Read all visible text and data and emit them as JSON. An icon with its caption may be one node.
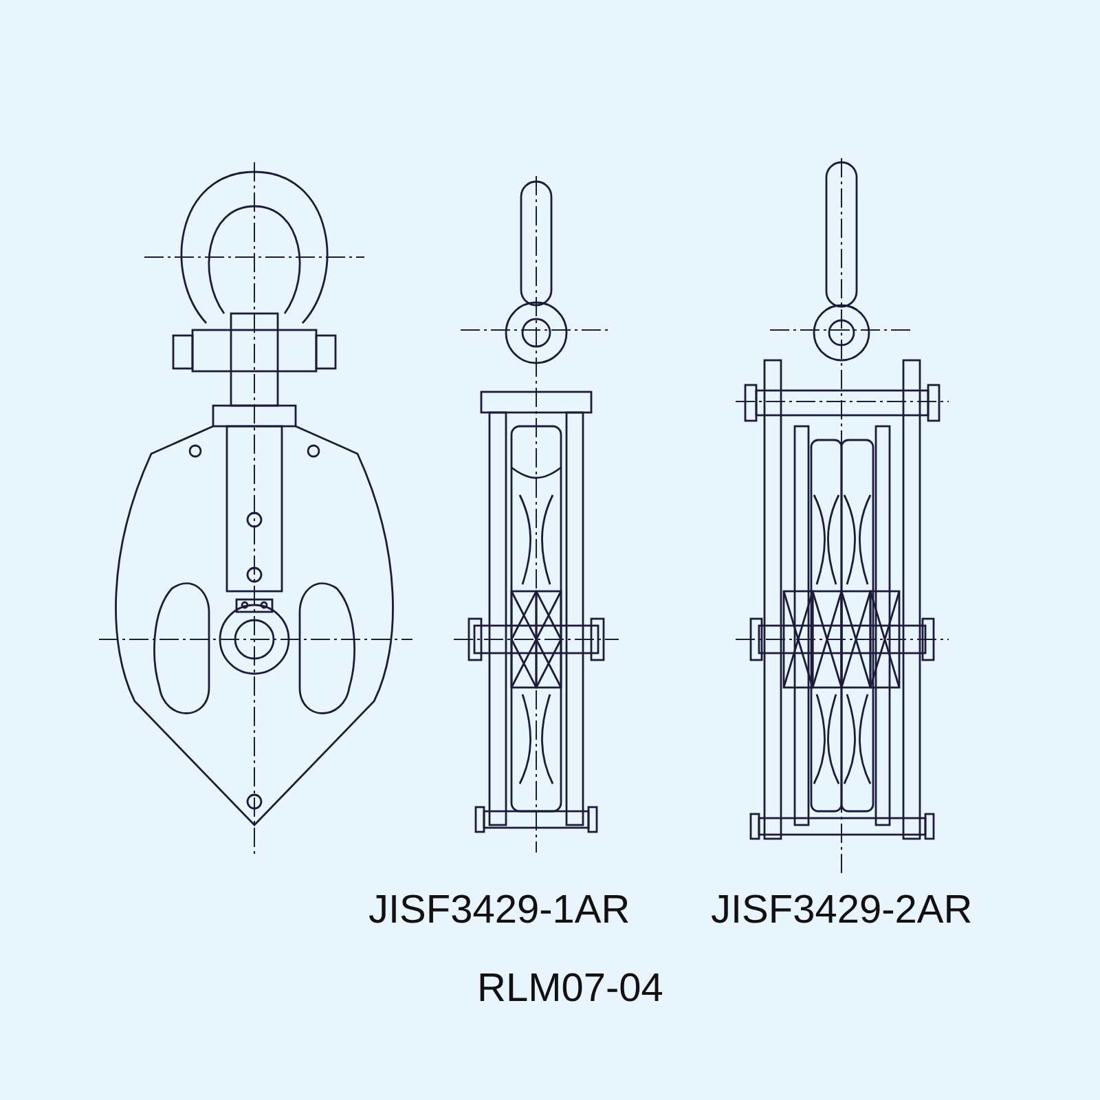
{
  "diagram": {
    "labels": [
      "JISF3429-1AR",
      "JISF3429-2AR",
      "RLM07-04"
    ]
  }
}
